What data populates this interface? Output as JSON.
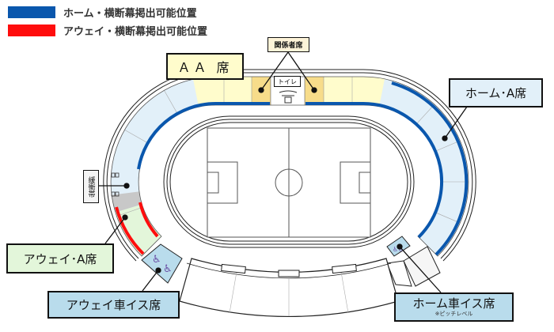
{
  "legend": [
    {
      "label": "ホーム・横断幕掲出可能位置",
      "color": "#0a57ad"
    },
    {
      "label": "アウェイ・横断幕掲出可能位置",
      "color": "#ff0d0d"
    }
  ],
  "labels": {
    "aa_seat": "ＡＡ 席",
    "officials_seat": "関係者席",
    "toilet": "トイレ",
    "home_a_seat": "ホーム･A席",
    "buffer_zone": "緩衝帯",
    "away_a_seat": "アウェイ･A席",
    "away_wheelchair_seat": "アウェイ車イス席",
    "home_wheelchair_seat": "ホーム車イス席",
    "home_wheelchair_note": "※ピッチレベル"
  },
  "colors": {
    "aa": "#fffccc",
    "officials": "#f7dc8a",
    "home_a": "#e2f0f9",
    "away_a": "#e3f6da",
    "buffer": "#c8c8c8",
    "wheelchair": "#b9dcec",
    "wheelchair_icon": "#6a4fa5"
  }
}
